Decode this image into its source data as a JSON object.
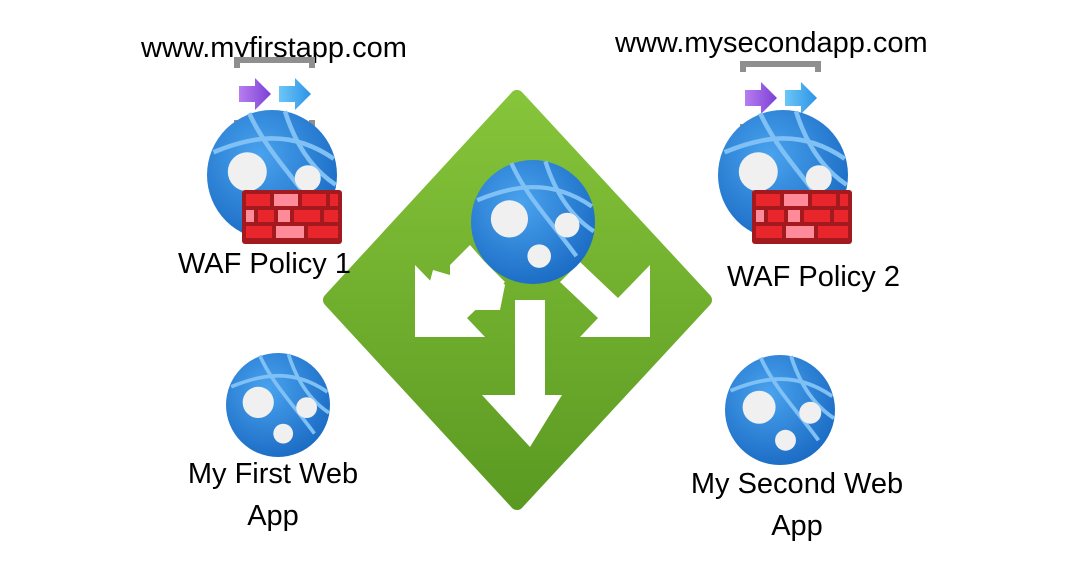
{
  "domains": {
    "first": "www.myfirstapp.com",
    "second": "www.mysecondapp.com"
  },
  "policies": {
    "first": "WAF Policy 1",
    "second": "WAF Policy 2"
  },
  "apps": {
    "first": {
      "line1": "My First Web",
      "line2": "App"
    },
    "second": {
      "line1": "My Second Web",
      "line2": "App"
    }
  },
  "colors": {
    "gateway_green": "#76b82a",
    "globe_blue": "#1f7fd8",
    "firewall_red": "#d9262b",
    "arrow_purple": "#9b4fe0",
    "arrow_blue": "#3aa7ec"
  }
}
